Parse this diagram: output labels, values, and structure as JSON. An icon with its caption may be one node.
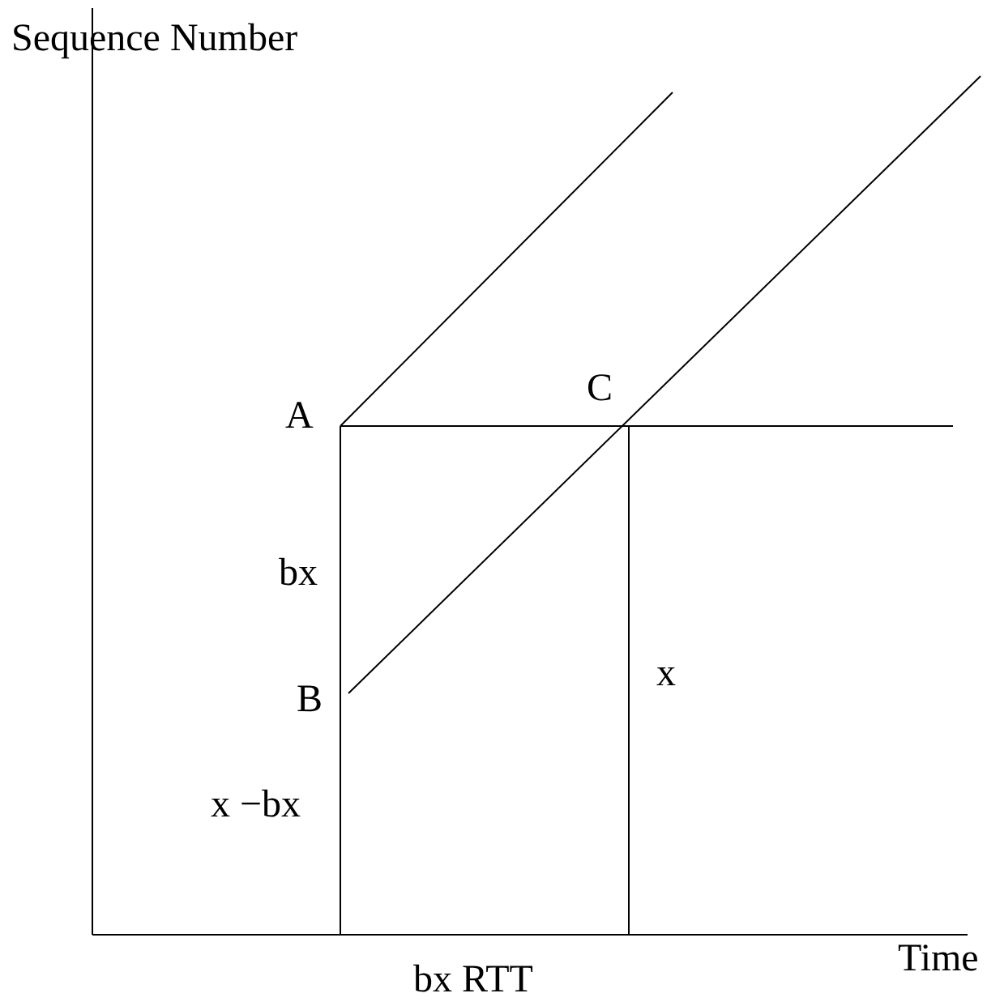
{
  "diagram": {
    "labels": [
      "Sequence Number",
      "A",
      "C",
      "bx",
      "B",
      "x",
      "x −bx",
      "bx RTT",
      "Time"
    ]
  }
}
